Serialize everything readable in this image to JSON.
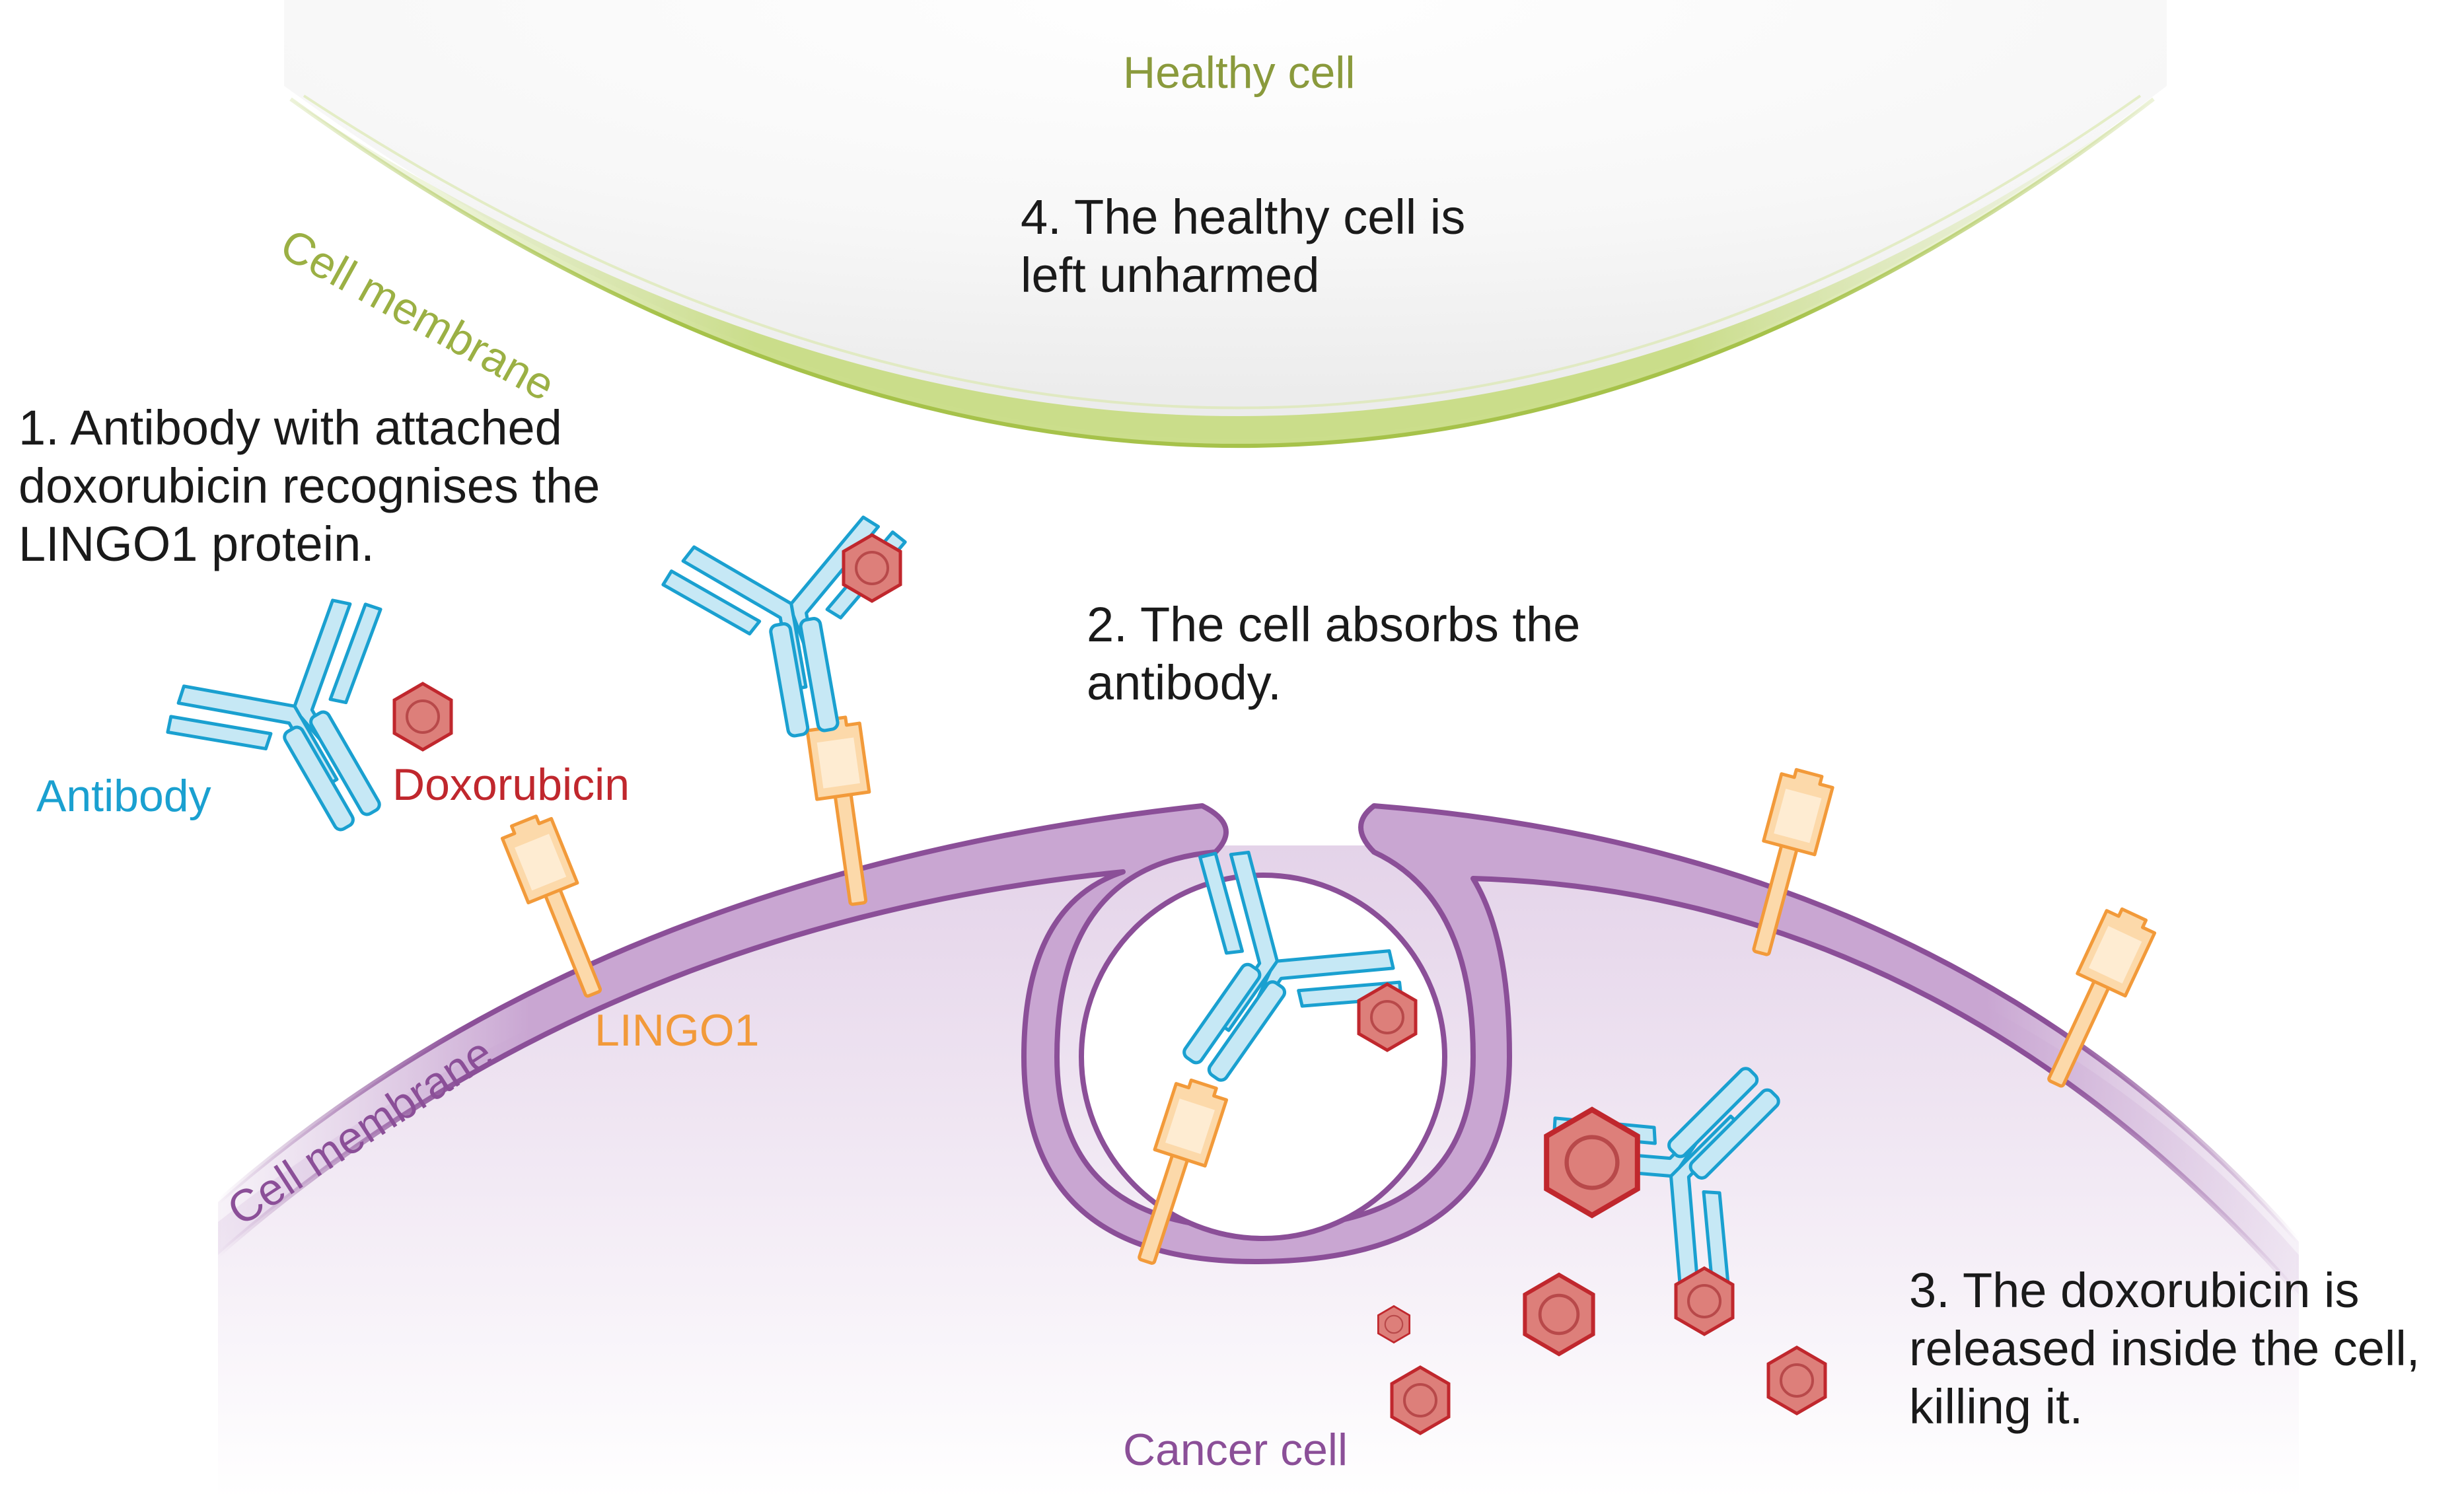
{
  "labels": {
    "healthy_cell": "Healthy cell",
    "healthy_membrane": "Cell membrane",
    "antibody": "Antibody",
    "doxorubicin": "Doxorubicin",
    "lingo1": "LINGO1",
    "cancer_membrane": "Cell membrane",
    "cancer_cell": "Cancer cell"
  },
  "steps": {
    "step1": "1. Antibody with attached\ndoxorubicin recognises the\nLINGO1 protein.",
    "step2": "2. The cell absorbs the\nantibody.",
    "step3": "3. The doxorubicin is\nreleased inside the cell,\nkilling it.",
    "step4": "4. The healthy cell is\nleft unharmed"
  },
  "colors": {
    "healthy": "#8a9a3c",
    "healthy_membrane": "#c3d97e",
    "antibody": "#1aa0d0",
    "antibody_fill": "#bfe6f4",
    "doxorubicin": "#c0272d",
    "doxorubicin_fill": "#d8736f",
    "lingo1": "#f29a3a",
    "lingo1_fill": "#fcd7a6",
    "cancer": "#8b4f98",
    "cancer_membrane": "#c9a6d2",
    "text": "#1a1a1a"
  }
}
